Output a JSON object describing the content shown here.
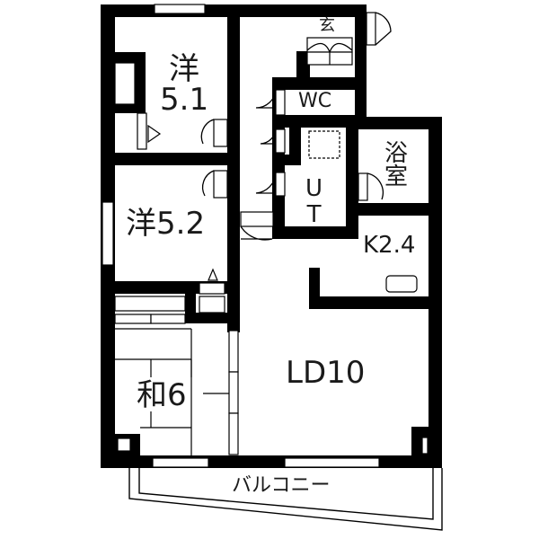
{
  "floor_plan": {
    "rooms": [
      {
        "id": "western-room-1",
        "label_line1": "洋",
        "label_line2": "5.1",
        "type": "western",
        "size_jo": 5.1
      },
      {
        "id": "western-room-2",
        "label": "洋5.2",
        "type": "western",
        "size_jo": 5.2
      },
      {
        "id": "japanese-room",
        "label": "和6",
        "type": "japanese",
        "size_jo": 6
      },
      {
        "id": "living-dining",
        "label": "LD10",
        "type": "living-dining",
        "size_jo": 10
      },
      {
        "id": "kitchen",
        "label": "K2.4",
        "type": "kitchen",
        "size_jo": 2.4
      },
      {
        "id": "bathroom",
        "label_line1": "浴",
        "label_line2": "室",
        "type": "bath"
      },
      {
        "id": "utility",
        "label_line1": "U",
        "label_line2": "T",
        "type": "utility"
      },
      {
        "id": "toilet",
        "label": "WC",
        "type": "toilet"
      },
      {
        "id": "entrance",
        "label": "玄",
        "type": "entrance"
      },
      {
        "id": "balcony",
        "label": "バルコニー",
        "type": "balcony"
      }
    ],
    "colors": {
      "wall": "#000000",
      "background": "#ffffff",
      "text": "#1a1a1a"
    }
  }
}
